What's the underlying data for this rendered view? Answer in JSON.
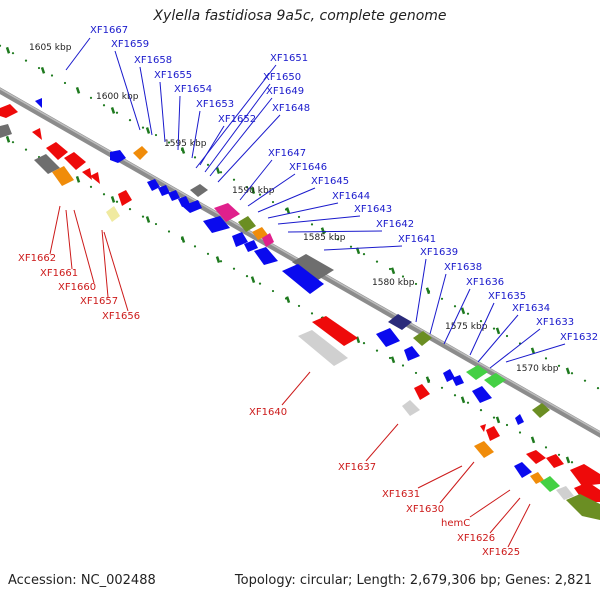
{
  "header": {
    "title": "Xylella fastidiosa 9a5c, complete genome"
  },
  "footer": {
    "accession": "Accession: NC_002488",
    "stats": "Topology: circular; Length: 2,679,306 bp; Genes: 2,821"
  },
  "kbp_ticks": [
    "1605 kbp",
    "1600 kbp",
    "1595 kbp",
    "1590 kbp",
    "1585 kbp",
    "1580 kbp",
    "1575 kbp",
    "1570 kbp"
  ],
  "gene_labels_top": [
    "XF1667",
    "XF1659",
    "XF1658",
    "XF1655",
    "XF1654",
    "XF1653",
    "XF1652",
    "XF1651",
    "XF1650",
    "XF1649",
    "XF1648",
    "XF1647",
    "XF1646",
    "XF1645",
    "XF1644",
    "XF1643",
    "XF1642",
    "XF1641",
    "XF1639",
    "XF1638",
    "XF1636",
    "XF1635",
    "XF1634",
    "XF1633",
    "XF1632"
  ],
  "gene_labels_bottom": [
    "XF1662",
    "XF1661",
    "XF1660",
    "XF1657",
    "XF1656",
    "XF1640",
    "XF1637",
    "XF1631",
    "XF1630",
    "hemC",
    "XF1626",
    "XF1625"
  ],
  "colors": {
    "forward_label": "#1a1acc",
    "reverse_label": "#cc1a1a",
    "backbone": "#8c8c8c",
    "tick": "#1e7a1e",
    "gene_blue": "#0a0aee",
    "gene_red": "#ee0a0a",
    "gene_gray": "#9a9a9a",
    "gene_olive": "#6b8e23",
    "gene_orange": "#f08c0a",
    "gene_magenta": "#e0208c",
    "gene_green": "#44d044",
    "gene_lightyellow": "#f0eaa0",
    "gene_silver": "#d0d0d0",
    "gene_navy": "#2a2a7a"
  }
}
